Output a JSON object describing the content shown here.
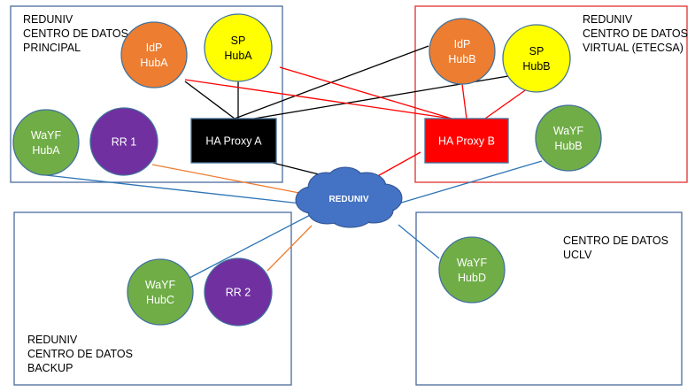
{
  "regions": [
    {
      "id": "principal",
      "lines": [
        "REDUNIV",
        "CENTRO DE DATOS",
        "PRINCIPAL"
      ],
      "border": "#4a6b9e"
    },
    {
      "id": "virtual",
      "lines": [
        "REDUNIV",
        "CENTRO DE DATOS",
        "VIRTUAL (ETECSA)"
      ],
      "border": "#e03030"
    },
    {
      "id": "backup",
      "lines": [
        "REDUNIV",
        "CENTRO DE DATOS",
        "BACKUP"
      ],
      "border": "#4a6b9e"
    },
    {
      "id": "uclv",
      "lines": [
        "CENTRO DE DATOS",
        "UCLV"
      ],
      "border": "#4a6b9e"
    }
  ],
  "nodes": [
    {
      "id": "idp-huba",
      "lines": [
        "IdP",
        "HubA"
      ],
      "color": "#ed7d31",
      "text_color": "#ffffff"
    },
    {
      "id": "sp-huba",
      "lines": [
        "SP",
        "HubA"
      ],
      "color": "#ffff00",
      "text_color": "#000000"
    },
    {
      "id": "wayf-huba",
      "lines": [
        "WaYF",
        "HubA"
      ],
      "color": "#70ad47",
      "text_color": "#ffffff"
    },
    {
      "id": "rr1",
      "lines": [
        "RR 1"
      ],
      "color": "#7030a0",
      "text_color": "#ffffff"
    },
    {
      "id": "idp-hubb",
      "lines": [
        "IdP",
        "HubB"
      ],
      "color": "#ed7d31",
      "text_color": "#ffffff"
    },
    {
      "id": "sp-hubb",
      "lines": [
        "SP",
        "HubB"
      ],
      "color": "#ffff00",
      "text_color": "#000000"
    },
    {
      "id": "wayf-hubb",
      "lines": [
        "WaYF",
        "HubB"
      ],
      "color": "#70ad47",
      "text_color": "#ffffff"
    },
    {
      "id": "wayf-hubc",
      "lines": [
        "WaYF",
        "HubC"
      ],
      "color": "#70ad47",
      "text_color": "#ffffff"
    },
    {
      "id": "rr2",
      "lines": [
        "RR 2"
      ],
      "color": "#7030a0",
      "text_color": "#ffffff"
    },
    {
      "id": "wayf-hubd",
      "lines": [
        "WaYF",
        "HubD"
      ],
      "color": "#70ad47",
      "text_color": "#ffffff"
    }
  ],
  "proxies": [
    {
      "id": "ha-proxy-a",
      "label": "HA Proxy A",
      "color": "#000000",
      "text_color": "#ffffff"
    },
    {
      "id": "ha-proxy-b",
      "label": "HA Proxy B",
      "color": "#ff0000",
      "text_color": "#ffffff"
    }
  ],
  "cloud": {
    "label": "REDUNIV",
    "color": "#4472c4"
  },
  "link_colors": {
    "black": "#000000",
    "red": "#ff0000",
    "blue": "#2e75b6",
    "orange": "#ed7d31"
  },
  "links": [
    {
      "from": "idp-huba",
      "to": "ha-proxy-a",
      "color": "black"
    },
    {
      "from": "sp-huba",
      "to": "ha-proxy-a",
      "color": "black"
    },
    {
      "from": "idp-hubb",
      "to": "ha-proxy-a",
      "color": "black"
    },
    {
      "from": "sp-hubb",
      "to": "ha-proxy-a",
      "color": "black"
    },
    {
      "from": "ha-proxy-a",
      "to": "cloud",
      "color": "black"
    },
    {
      "from": "idp-huba",
      "to": "ha-proxy-b",
      "color": "red"
    },
    {
      "from": "sp-huba",
      "to": "ha-proxy-b",
      "color": "red"
    },
    {
      "from": "idp-hubb",
      "to": "ha-proxy-b",
      "color": "red"
    },
    {
      "from": "sp-hubb",
      "to": "ha-proxy-b",
      "color": "red"
    },
    {
      "from": "ha-proxy-b",
      "to": "cloud",
      "color": "red"
    },
    {
      "from": "wayf-huba",
      "to": "cloud",
      "color": "blue"
    },
    {
      "from": "wayf-hubb",
      "to": "cloud",
      "color": "blue"
    },
    {
      "from": "wayf-hubc",
      "to": "cloud",
      "color": "blue"
    },
    {
      "from": "wayf-hubd",
      "to": "cloud",
      "color": "blue"
    },
    {
      "from": "rr1",
      "to": "cloud",
      "color": "orange"
    },
    {
      "from": "rr2",
      "to": "cloud",
      "color": "orange"
    }
  ]
}
